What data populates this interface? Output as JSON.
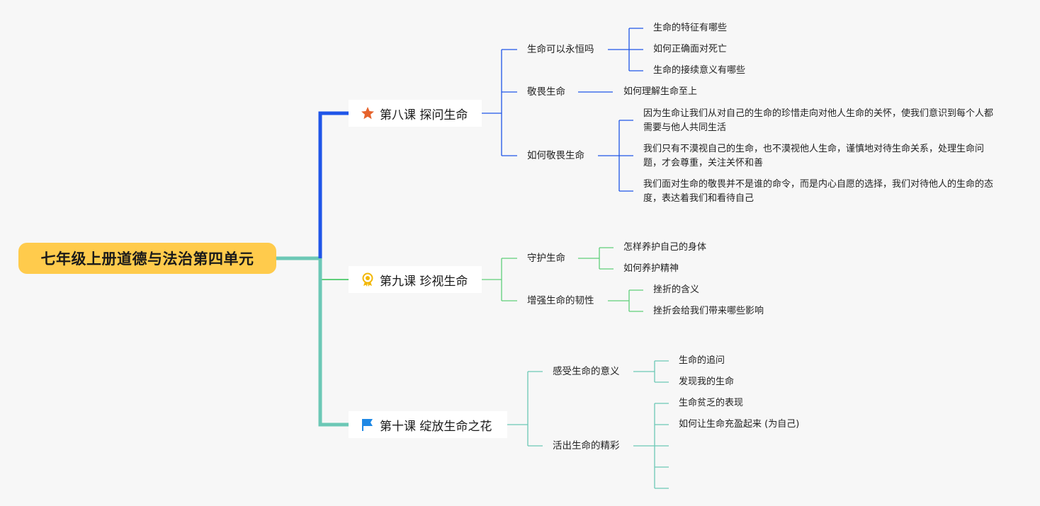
{
  "root": "七年级上册道德与法治第四单元",
  "colors": {
    "lesson8": "#1f55e8",
    "lesson9": "#5fcf7a",
    "lesson10": "#6cc8b6",
    "root_fill": "#ffcb4c"
  },
  "lessons": [
    {
      "title": "第八课 探问生命",
      "icon": "star-icon",
      "subs": [
        {
          "label": "生命可以永恒吗",
          "leaves": [
            "生命的特征有哪些",
            "如何正确面对死亡",
            "生命的接续意义有哪些"
          ]
        },
        {
          "label": "敬畏生命",
          "leaves": [
            "如何理解生命至上"
          ]
        },
        {
          "label": "如何敬畏生命",
          "leaves": [
            "因为生命让我们从对自己的生命的珍惜走向对他人生命的关怀，使我们意识到每个人都需要与他人共同生活",
            "我们只有不漠视自己的生命，也不漠视他人生命，谨慎地对待生命关系，处理生命问题，才会尊重，关注关怀和善",
            "我们面对生命的敬畏并不是谁的命令，而是内心自愿的选择，我们对待他人的生命的态度，表达着我们和看待自己"
          ]
        }
      ]
    },
    {
      "title": "第九课 珍视生命",
      "icon": "medal-icon",
      "subs": [
        {
          "label": "守护生命",
          "leaves": [
            "怎样养护自己的身体",
            "如何养护精神"
          ]
        },
        {
          "label": "增强生命的韧性",
          "leaves": [
            "挫折的含义",
            "挫折会给我们带来哪些影响"
          ]
        }
      ]
    },
    {
      "title": "第十课 绽放生命之花",
      "icon": "flag-icon",
      "subs": [
        {
          "label": "感受生命的意义",
          "leaves": [
            "生命的追问",
            "发现我的生命"
          ]
        },
        {
          "label": "活出生命的精彩",
          "leaves": [
            "生命贫乏的表现",
            "如何让生命充盈起来 (为自己)",
            "",
            "",
            ""
          ]
        }
      ]
    }
  ]
}
